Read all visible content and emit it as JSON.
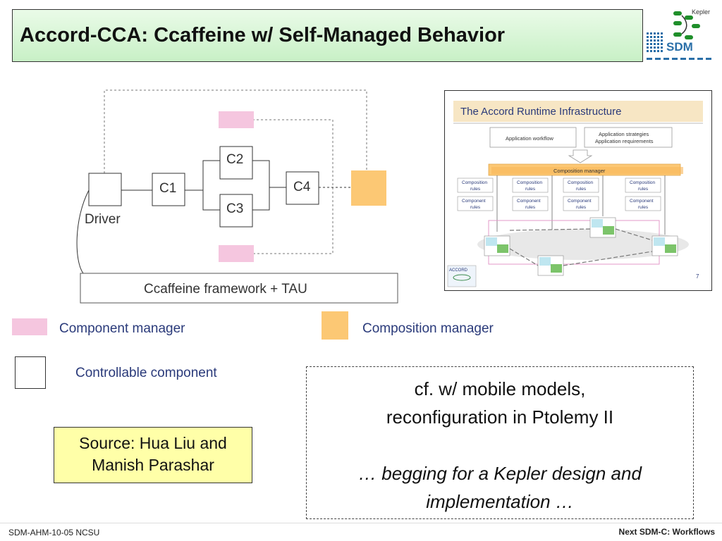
{
  "title": "Accord-CCA: Ccaffeine w/ Self-Managed Behavior",
  "logo": {
    "text": "Kepler",
    "subtext": "SDM"
  },
  "diagram": {
    "driver_label": "Driver",
    "components": [
      "C1",
      "C2",
      "C3",
      "C4"
    ],
    "framework_label": "Ccaffeine framework + TAU"
  },
  "legend": {
    "component_manager": "Component manager",
    "composition_manager": "Composition manager",
    "controllable_component": "Controllable component"
  },
  "inset": {
    "title": "The Accord Runtime Infrastructure",
    "app_workflow": "Application workflow",
    "app_strategies_line1": "Application strategies",
    "app_strategies_line2": "Application requirements",
    "composition_manager": "Composition manager",
    "composition_rules_line1": "Composition",
    "composition_rules_line2": "rules",
    "component_rules_line1": "Component",
    "component_rules_line2": "rules",
    "accord_label": "ACCORD",
    "page_number": "7"
  },
  "note": {
    "line1": "cf. w/ mobile models,",
    "line2": "reconfiguration in Ptolemy II",
    "line3": "… begging for a Kepler design and",
    "line4": "implementation …"
  },
  "source": {
    "line1": "Source: Hua Liu and",
    "line2": "Manish Parashar"
  },
  "footer": {
    "left": "SDM-AHM-10-05 NCSU",
    "right": "Next SDM-C: Workflows"
  },
  "colors": {
    "title_bg": "#c8f0c6",
    "component_manager": "#f5c6df",
    "composition_manager": "#fcc874",
    "source_bg": "#ffffa8"
  }
}
